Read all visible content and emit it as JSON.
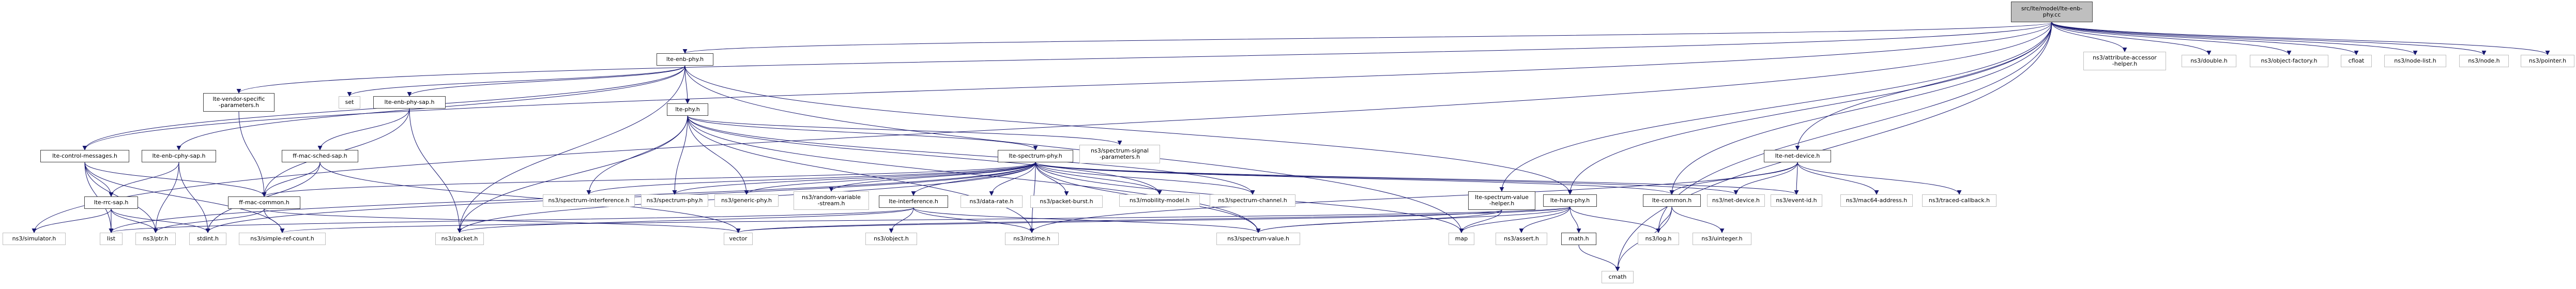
{
  "graph": {
    "title": "src/lte/model/lte-enb-phy.cc",
    "edge_color": "#191970",
    "nodes": [
      {
        "id": "root",
        "label": "src/lte/model/lte-enb-phy.cc",
        "kind": "root"
      },
      {
        "id": "lte-enb-phy-h",
        "label": "lte-enb-phy.h",
        "kind": "internal"
      },
      {
        "id": "lte-vendor-specific-parameters-h",
        "label": "lte-vendor-specific\n-parameters.h",
        "kind": "internal"
      },
      {
        "id": "set",
        "label": "set",
        "kind": "external"
      },
      {
        "id": "lte-enb-phy-sap-h",
        "label": "lte-enb-phy-sap.h",
        "kind": "internal"
      },
      {
        "id": "lte-phy-h",
        "label": "lte-phy.h",
        "kind": "internal"
      },
      {
        "id": "lte-control-messages-h",
        "label": "lte-control-messages.h",
        "kind": "internal"
      },
      {
        "id": "lte-enb-cphy-sap-h",
        "label": "lte-enb-cphy-sap.h",
        "kind": "internal"
      },
      {
        "id": "ff-mac-sched-sap-h",
        "label": "ff-mac-sched-sap.h",
        "kind": "internal"
      },
      {
        "id": "lte-spectrum-phy-h",
        "label": "lte-spectrum-phy.h",
        "kind": "internal"
      },
      {
        "id": "ns3-spectrum-signal-parameters-h",
        "label": "ns3/spectrum-signal\n-parameters.h",
        "kind": "external"
      },
      {
        "id": "lte-net-device-h",
        "label": "lte-net-device.h",
        "kind": "internal"
      },
      {
        "id": "lte-rrc-sap-h",
        "label": "lte-rrc-sap.h",
        "kind": "internal"
      },
      {
        "id": "ff-mac-common-h",
        "label": "ff-mac-common.h",
        "kind": "internal"
      },
      {
        "id": "ns3-spectrum-interference-h",
        "label": "ns3/spectrum-interference.h",
        "kind": "external"
      },
      {
        "id": "ns3-spectrum-phy-h",
        "label": "ns3/spectrum-phy.h",
        "kind": "external"
      },
      {
        "id": "ns3-generic-phy-h",
        "label": "ns3/generic-phy.h",
        "kind": "external"
      },
      {
        "id": "ns3-random-variable-stream-h",
        "label": "ns3/random-variable\n-stream.h",
        "kind": "external"
      },
      {
        "id": "lte-interference-h",
        "label": "lte-interference.h",
        "kind": "internal"
      },
      {
        "id": "ns3-data-rate-h",
        "label": "ns3/data-rate.h",
        "kind": "external"
      },
      {
        "id": "ns3-packet-burst-h",
        "label": "ns3/packet-burst.h",
        "kind": "external"
      },
      {
        "id": "ns3-mobility-model-h",
        "label": "ns3/mobility-model.h",
        "kind": "external"
      },
      {
        "id": "ns3-spectrum-channel-h",
        "label": "ns3/spectrum-channel.h",
        "kind": "external"
      },
      {
        "id": "lte-spectrum-value-helper-h",
        "label": "lte-spectrum-value\n-helper.h",
        "kind": "internal"
      },
      {
        "id": "lte-harq-phy-h",
        "label": "lte-harq-phy.h",
        "kind": "internal"
      },
      {
        "id": "lte-common-h",
        "label": "lte-common.h",
        "kind": "internal"
      },
      {
        "id": "ns3-net-device-h",
        "label": "ns3/net-device.h",
        "kind": "external"
      },
      {
        "id": "ns3-event-id-h",
        "label": "ns3/event-id.h",
        "kind": "external"
      },
      {
        "id": "ns3-mac64-address-h",
        "label": "ns3/mac64-address.h",
        "kind": "external"
      },
      {
        "id": "ns3-traced-callback-h",
        "label": "ns3/traced-callback.h",
        "kind": "external"
      },
      {
        "id": "ns3-simulator-h",
        "label": "ns3/simulator.h",
        "kind": "external"
      },
      {
        "id": "list",
        "label": "list",
        "kind": "external"
      },
      {
        "id": "ns3-ptr-h",
        "label": "ns3/ptr.h",
        "kind": "external"
      },
      {
        "id": "stdint-h",
        "label": "stdint.h",
        "kind": "external"
      },
      {
        "id": "ns3-simple-ref-count-h",
        "label": "ns3/simple-ref-count.h",
        "kind": "external"
      },
      {
        "id": "ns3-packet-h",
        "label": "ns3/packet.h",
        "kind": "external"
      },
      {
        "id": "vector",
        "label": "vector",
        "kind": "external"
      },
      {
        "id": "ns3-object-h",
        "label": "ns3/object.h",
        "kind": "external"
      },
      {
        "id": "ns3-nstime-h",
        "label": "ns3/nstime.h",
        "kind": "external"
      },
      {
        "id": "ns3-spectrum-value-h",
        "label": "ns3/spectrum-value.h",
        "kind": "external"
      },
      {
        "id": "map",
        "label": "map",
        "kind": "external"
      },
      {
        "id": "ns3-assert-h",
        "label": "ns3/assert.h",
        "kind": "external"
      },
      {
        "id": "math-h",
        "label": "math.h",
        "kind": "internal"
      },
      {
        "id": "ns3-log-h",
        "label": "ns3/log.h",
        "kind": "external"
      },
      {
        "id": "ns3-uinteger-h",
        "label": "ns3/uinteger.h",
        "kind": "external"
      },
      {
        "id": "cmath",
        "label": "cmath",
        "kind": "external"
      },
      {
        "id": "ns3-attribute-accessor-helper-h",
        "label": "ns3/attribute-accessor\n-helper.h",
        "kind": "external"
      },
      {
        "id": "ns3-double-h",
        "label": "ns3/double.h",
        "kind": "external"
      },
      {
        "id": "ns3-object-factory-h",
        "label": "ns3/object-factory.h",
        "kind": "external"
      },
      {
        "id": "cfloat",
        "label": "cfloat",
        "kind": "external"
      },
      {
        "id": "ns3-node-list-h",
        "label": "ns3/node-list.h",
        "kind": "external"
      },
      {
        "id": "ns3-node-h",
        "label": "ns3/node.h",
        "kind": "external"
      },
      {
        "id": "ns3-pointer-h",
        "label": "ns3/pointer.h",
        "kind": "external"
      }
    ],
    "edges": [
      [
        "root",
        "lte-enb-phy-h"
      ],
      [
        "root",
        "lte-control-messages-h"
      ],
      [
        "root",
        "lte-net-device-h"
      ],
      [
        "root",
        "lte-spectrum-value-helper-h"
      ],
      [
        "root",
        "lte-common-h"
      ],
      [
        "root",
        "lte-harq-phy-h"
      ],
      [
        "root",
        "ns3-simulator-h"
      ],
      [
        "root",
        "ns3-attribute-accessor-helper-h"
      ],
      [
        "root",
        "ns3-double-h"
      ],
      [
        "root",
        "ns3-object-factory-h"
      ],
      [
        "root",
        "cfloat"
      ],
      [
        "root",
        "ns3-node-list-h"
      ],
      [
        "root",
        "ns3-node-h"
      ],
      [
        "root",
        "ns3-pointer-h"
      ],
      [
        "root",
        "ns3-log-h"
      ],
      [
        "root",
        "cmath"
      ],
      [
        "root",
        "lte-vendor-specific-parameters-h"
      ],
      [
        "lte-enb-phy-h",
        "lte-control-messages-h"
      ],
      [
        "lte-enb-phy-h",
        "lte-enb-cphy-sap-h"
      ],
      [
        "lte-enb-phy-h",
        "set"
      ],
      [
        "lte-enb-phy-h",
        "lte-enb-phy-sap-h"
      ],
      [
        "lte-enb-phy-h",
        "lte-phy-h"
      ],
      [
        "lte-enb-phy-h",
        "lte-harq-phy-h"
      ],
      [
        "lte-enb-phy-h",
        "map"
      ],
      [
        "lte-enb-phy-h",
        "ns3-packet-h"
      ],
      [
        "lte-enb-phy-sap-h",
        "ff-mac-common-h"
      ],
      [
        "lte-enb-phy-sap-h",
        "ff-mac-sched-sap-h"
      ],
      [
        "lte-enb-phy-sap-h",
        "ns3-packet-h"
      ],
      [
        "lte-vendor-specific-parameters-h",
        "ff-mac-common-h"
      ],
      [
        "lte-phy-h",
        "lte-spectrum-phy-h"
      ],
      [
        "lte-phy-h",
        "ns3-spectrum-signal-parameters-h"
      ],
      [
        "lte-phy-h",
        "ns3-spectrum-interference-h"
      ],
      [
        "lte-phy-h",
        "ns3-spectrum-phy-h"
      ],
      [
        "lte-phy-h",
        "ns3-generic-phy-h"
      ],
      [
        "lte-phy-h",
        "ns3-mobility-model-h"
      ],
      [
        "lte-phy-h",
        "ns3-spectrum-channel-h"
      ],
      [
        "lte-phy-h",
        "ns3-packet-h"
      ],
      [
        "lte-phy-h",
        "ns3-nstime-h"
      ],
      [
        "lte-phy-h",
        "ns3-spectrum-value-h"
      ],
      [
        "lte-control-messages-h",
        "lte-rrc-sap-h"
      ],
      [
        "lte-control-messages-h",
        "ff-mac-common-h"
      ],
      [
        "lte-control-messages-h",
        "list"
      ],
      [
        "lte-control-messages-h",
        "ns3-ptr-h"
      ],
      [
        "lte-control-messages-h",
        "ns3-simple-ref-count-h"
      ],
      [
        "lte-enb-cphy-sap-h",
        "lte-rrc-sap-h"
      ],
      [
        "lte-enb-cphy-sap-h",
        "ns3-ptr-h"
      ],
      [
        "lte-enb-cphy-sap-h",
        "stdint-h"
      ],
      [
        "ff-mac-sched-sap-h",
        "ff-mac-common-h"
      ],
      [
        "ff-mac-sched-sap-h",
        "stdint-h"
      ],
      [
        "ff-mac-sched-sap-h",
        "vector"
      ],
      [
        "lte-rrc-sap-h",
        "ns3-simulator-h"
      ],
      [
        "lte-rrc-sap-h",
        "list"
      ],
      [
        "lte-rrc-sap-h",
        "ns3-ptr-h"
      ],
      [
        "lte-rrc-sap-h",
        "stdint-h"
      ],
      [
        "ff-mac-common-h",
        "ns3-ptr-h"
      ],
      [
        "ff-mac-common-h",
        "ns3-simple-ref-count-h"
      ],
      [
        "ff-mac-common-h",
        "vector"
      ],
      [
        "lte-spectrum-phy-h",
        "ff-mac-common-h"
      ],
      [
        "lte-spectrum-phy-h",
        "ns3-spectrum-interference-h"
      ],
      [
        "lte-spectrum-phy-h",
        "ns3-spectrum-phy-h"
      ],
      [
        "lte-spectrum-phy-h",
        "ns3-generic-phy-h"
      ],
      [
        "lte-spectrum-phy-h",
        "ns3-random-variable-stream-h"
      ],
      [
        "lte-spectrum-phy-h",
        "lte-interference-h"
      ],
      [
        "lte-spectrum-phy-h",
        "ns3-data-rate-h"
      ],
      [
        "lte-spectrum-phy-h",
        "ns3-packet-burst-h"
      ],
      [
        "lte-spectrum-phy-h",
        "ns3-mobility-model-h"
      ],
      [
        "lte-spectrum-phy-h",
        "ns3-spectrum-channel-h"
      ],
      [
        "lte-spectrum-phy-h",
        "lte-common-h"
      ],
      [
        "lte-spectrum-phy-h",
        "ns3-net-device-h"
      ],
      [
        "lte-spectrum-phy-h",
        "ns3-event-id-h"
      ],
      [
        "lte-spectrum-phy-h",
        "ns3-packet-h"
      ],
      [
        "lte-spectrum-phy-h",
        "ns3-nstime-h"
      ],
      [
        "lte-spectrum-phy-h",
        "ns3-spectrum-value-h"
      ],
      [
        "lte-spectrum-phy-h",
        "map"
      ],
      [
        "lte-spectrum-phy-h",
        "list"
      ],
      [
        "lte-spectrum-phy-h",
        "stdint-h"
      ],
      [
        "lte-interference-h",
        "ns3-object-h"
      ],
      [
        "lte-interference-h",
        "ns3-packet-h"
      ],
      [
        "lte-interference-h",
        "ns3-nstime-h"
      ],
      [
        "lte-interference-h",
        "ns3-spectrum-value-h"
      ],
      [
        "lte-interference-h",
        "list"
      ],
      [
        "lte-spectrum-value-helper-h",
        "ns3-spectrum-value-h"
      ],
      [
        "lte-spectrum-value-helper-h",
        "vector"
      ],
      [
        "lte-spectrum-value-helper-h",
        "map"
      ],
      [
        "lte-harq-phy-h",
        "map"
      ],
      [
        "lte-harq-phy-h",
        "ns3-assert-h"
      ],
      [
        "lte-harq-phy-h",
        "math-h"
      ],
      [
        "lte-harq-phy-h",
        "ns3-log-h"
      ],
      [
        "lte-harq-phy-h",
        "ns3-simple-ref-count-h"
      ],
      [
        "lte-harq-phy-h",
        "ns3-spectrum-value-h"
      ],
      [
        "lte-harq-phy-h",
        "vector"
      ],
      [
        "lte-common-h",
        "ns3-uinteger-h"
      ],
      [
        "lte-common-h",
        "cmath"
      ],
      [
        "lte-common-h",
        "ns3-log-h"
      ],
      [
        "math-h",
        "cmath"
      ],
      [
        "lte-net-device-h",
        "ns3-net-device-h"
      ],
      [
        "lte-net-device-h",
        "ns3-event-id-h"
      ],
      [
        "lte-net-device-h",
        "ns3-mac64-address-h"
      ],
      [
        "lte-net-device-h",
        "ns3-traced-callback-h"
      ],
      [
        "lte-net-device-h",
        "ns3-nstime-h"
      ],
      [
        "lte-net-device-h",
        "lte-common-h"
      ]
    ]
  }
}
